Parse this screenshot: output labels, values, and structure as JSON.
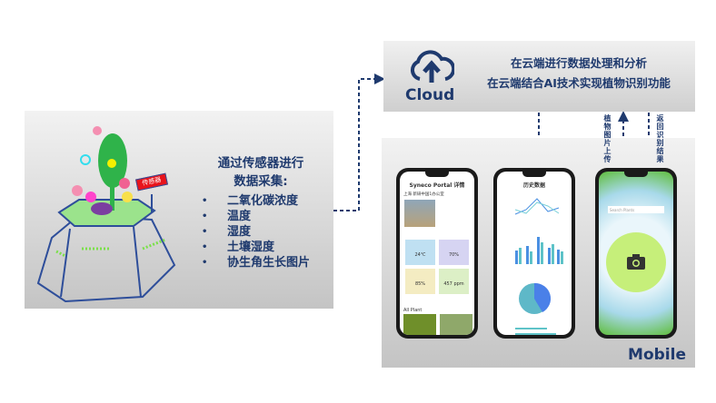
{
  "sensor_panel": {
    "title_line1": "通过传感器进行",
    "title_line2": "数据采集:",
    "items": [
      "二氧化碳浓度",
      "温度",
      "湿度",
      "土壤湿度",
      "协生角生长图片"
    ],
    "sign_label": "传感器"
  },
  "cloud_panel": {
    "label": "Cloud",
    "line1": "在云端进行数据处理和分析",
    "line2": "在云端结合AI技术实现植物识别功能"
  },
  "arrows": {
    "upload_label": "植物图片上传",
    "return_label": "返回识别结果"
  },
  "mobile_panel": {
    "label": "Mobile",
    "phone1": {
      "title": "Syneco Portal 详情",
      "location": "上海 新研中国1办公室",
      "tiles": [
        {
          "value": "24℃",
          "color": "#bfe0f2"
        },
        {
          "value": "70%",
          "color": "#d6d4f2"
        },
        {
          "value": "85%",
          "color": "#f4ecc2"
        },
        {
          "value": "457 ppm",
          "color": "#dcefc6"
        }
      ],
      "section": "All Plant"
    },
    "phone2": {
      "title": "历史数据"
    },
    "phone3": {
      "search_placeholder": "Search Plants"
    }
  },
  "colors": {
    "navy": "#1f3a6e",
    "camera_circle": "#c6ef7a"
  }
}
